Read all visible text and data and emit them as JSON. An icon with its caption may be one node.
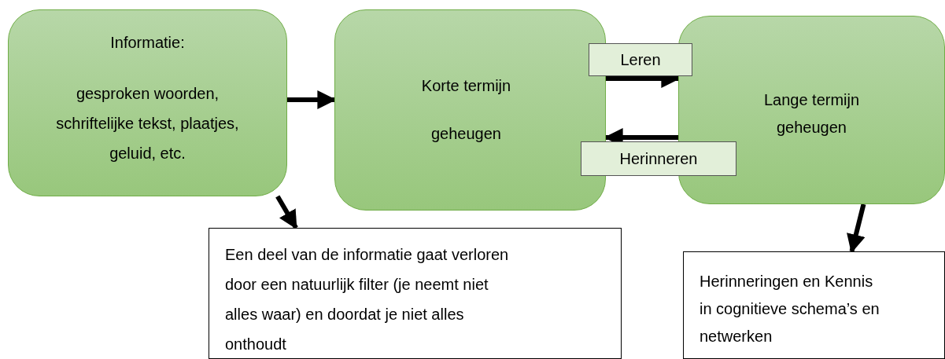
{
  "diagram": {
    "nodes": [
      {
        "text": [
          "Informatie:",
          "gesproken woorden, schriftelijke tekst, plaatjes, geluid, etc."
        ]
      },
      {
        "text": [
          "Korte termijn geheugen"
        ]
      },
      {
        "text": [
          "Lange termijn geheugen"
        ]
      },
      {
        "text": [
          "Een deel van de informatie gaat verloren door een natuurlijk filter (je neemt niet alles waar) en doordat je niet alles onthoudt"
        ]
      },
      {
        "text": [
          "Herinneringen en Kennis in cognitieve schema’s en netwerken"
        ]
      }
    ],
    "edges": [
      {
        "from": 0,
        "to": 1,
        "arrow": "to"
      },
      {
        "from": 1,
        "to": 2,
        "arrow": "to",
        "label": "Leren"
      },
      {
        "from": 2,
        "to": 1,
        "arrow": "to",
        "label": "Herinneren"
      },
      {
        "from": 0,
        "to": 3,
        "arrow": "to"
      },
      {
        "from": 2,
        "to": 4,
        "arrow": "to"
      }
    ]
  }
}
